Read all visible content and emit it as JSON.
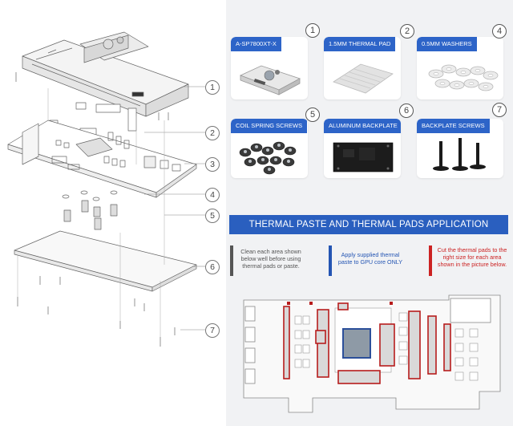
{
  "colors": {
    "accent_blue": "#2d64c8",
    "banner_blue": "#2a5fbf",
    "step_gray": "#555555",
    "step_blue": "#2455b3",
    "step_red": "#cc2222",
    "pad_red": "#b71c1c",
    "core_blue": "#2b4f9a"
  },
  "exploded_view": {
    "callouts": [
      "1",
      "2",
      "3",
      "4",
      "5",
      "6",
      "7"
    ]
  },
  "parts": [
    {
      "num": "1",
      "label": "A-SP7800XT-X",
      "icon": "waterblock-icon"
    },
    {
      "num": "2",
      "label": "1.5MM THERMAL PAD",
      "icon": "thermal-pad-icon"
    },
    {
      "num": "4",
      "label": "0.5MM WASHERS",
      "icon": "washers-icon"
    },
    {
      "num": "5",
      "label": "COIL SPRING SCREWS",
      "icon": "spring-screws-icon"
    },
    {
      "num": "6",
      "label": "ALUMINUM BACKPLATE",
      "icon": "backplate-icon"
    },
    {
      "num": "7",
      "label": "BACKPLATE SCREWS",
      "icon": "backplate-screws-icon"
    }
  ],
  "application": {
    "title": "THERMAL PASTE AND THERMAL PADS APPLICATION",
    "steps": [
      {
        "text": "Clean each area shown below well before using thermal pads or paste.",
        "color": "#555555"
      },
      {
        "text": "Apply supplied thermal paste to GPU core ONLY",
        "color": "#2455b3"
      },
      {
        "text": "Cut the thermal pads to the right size for each area shown in the picture below.",
        "color": "#cc2222"
      }
    ]
  }
}
